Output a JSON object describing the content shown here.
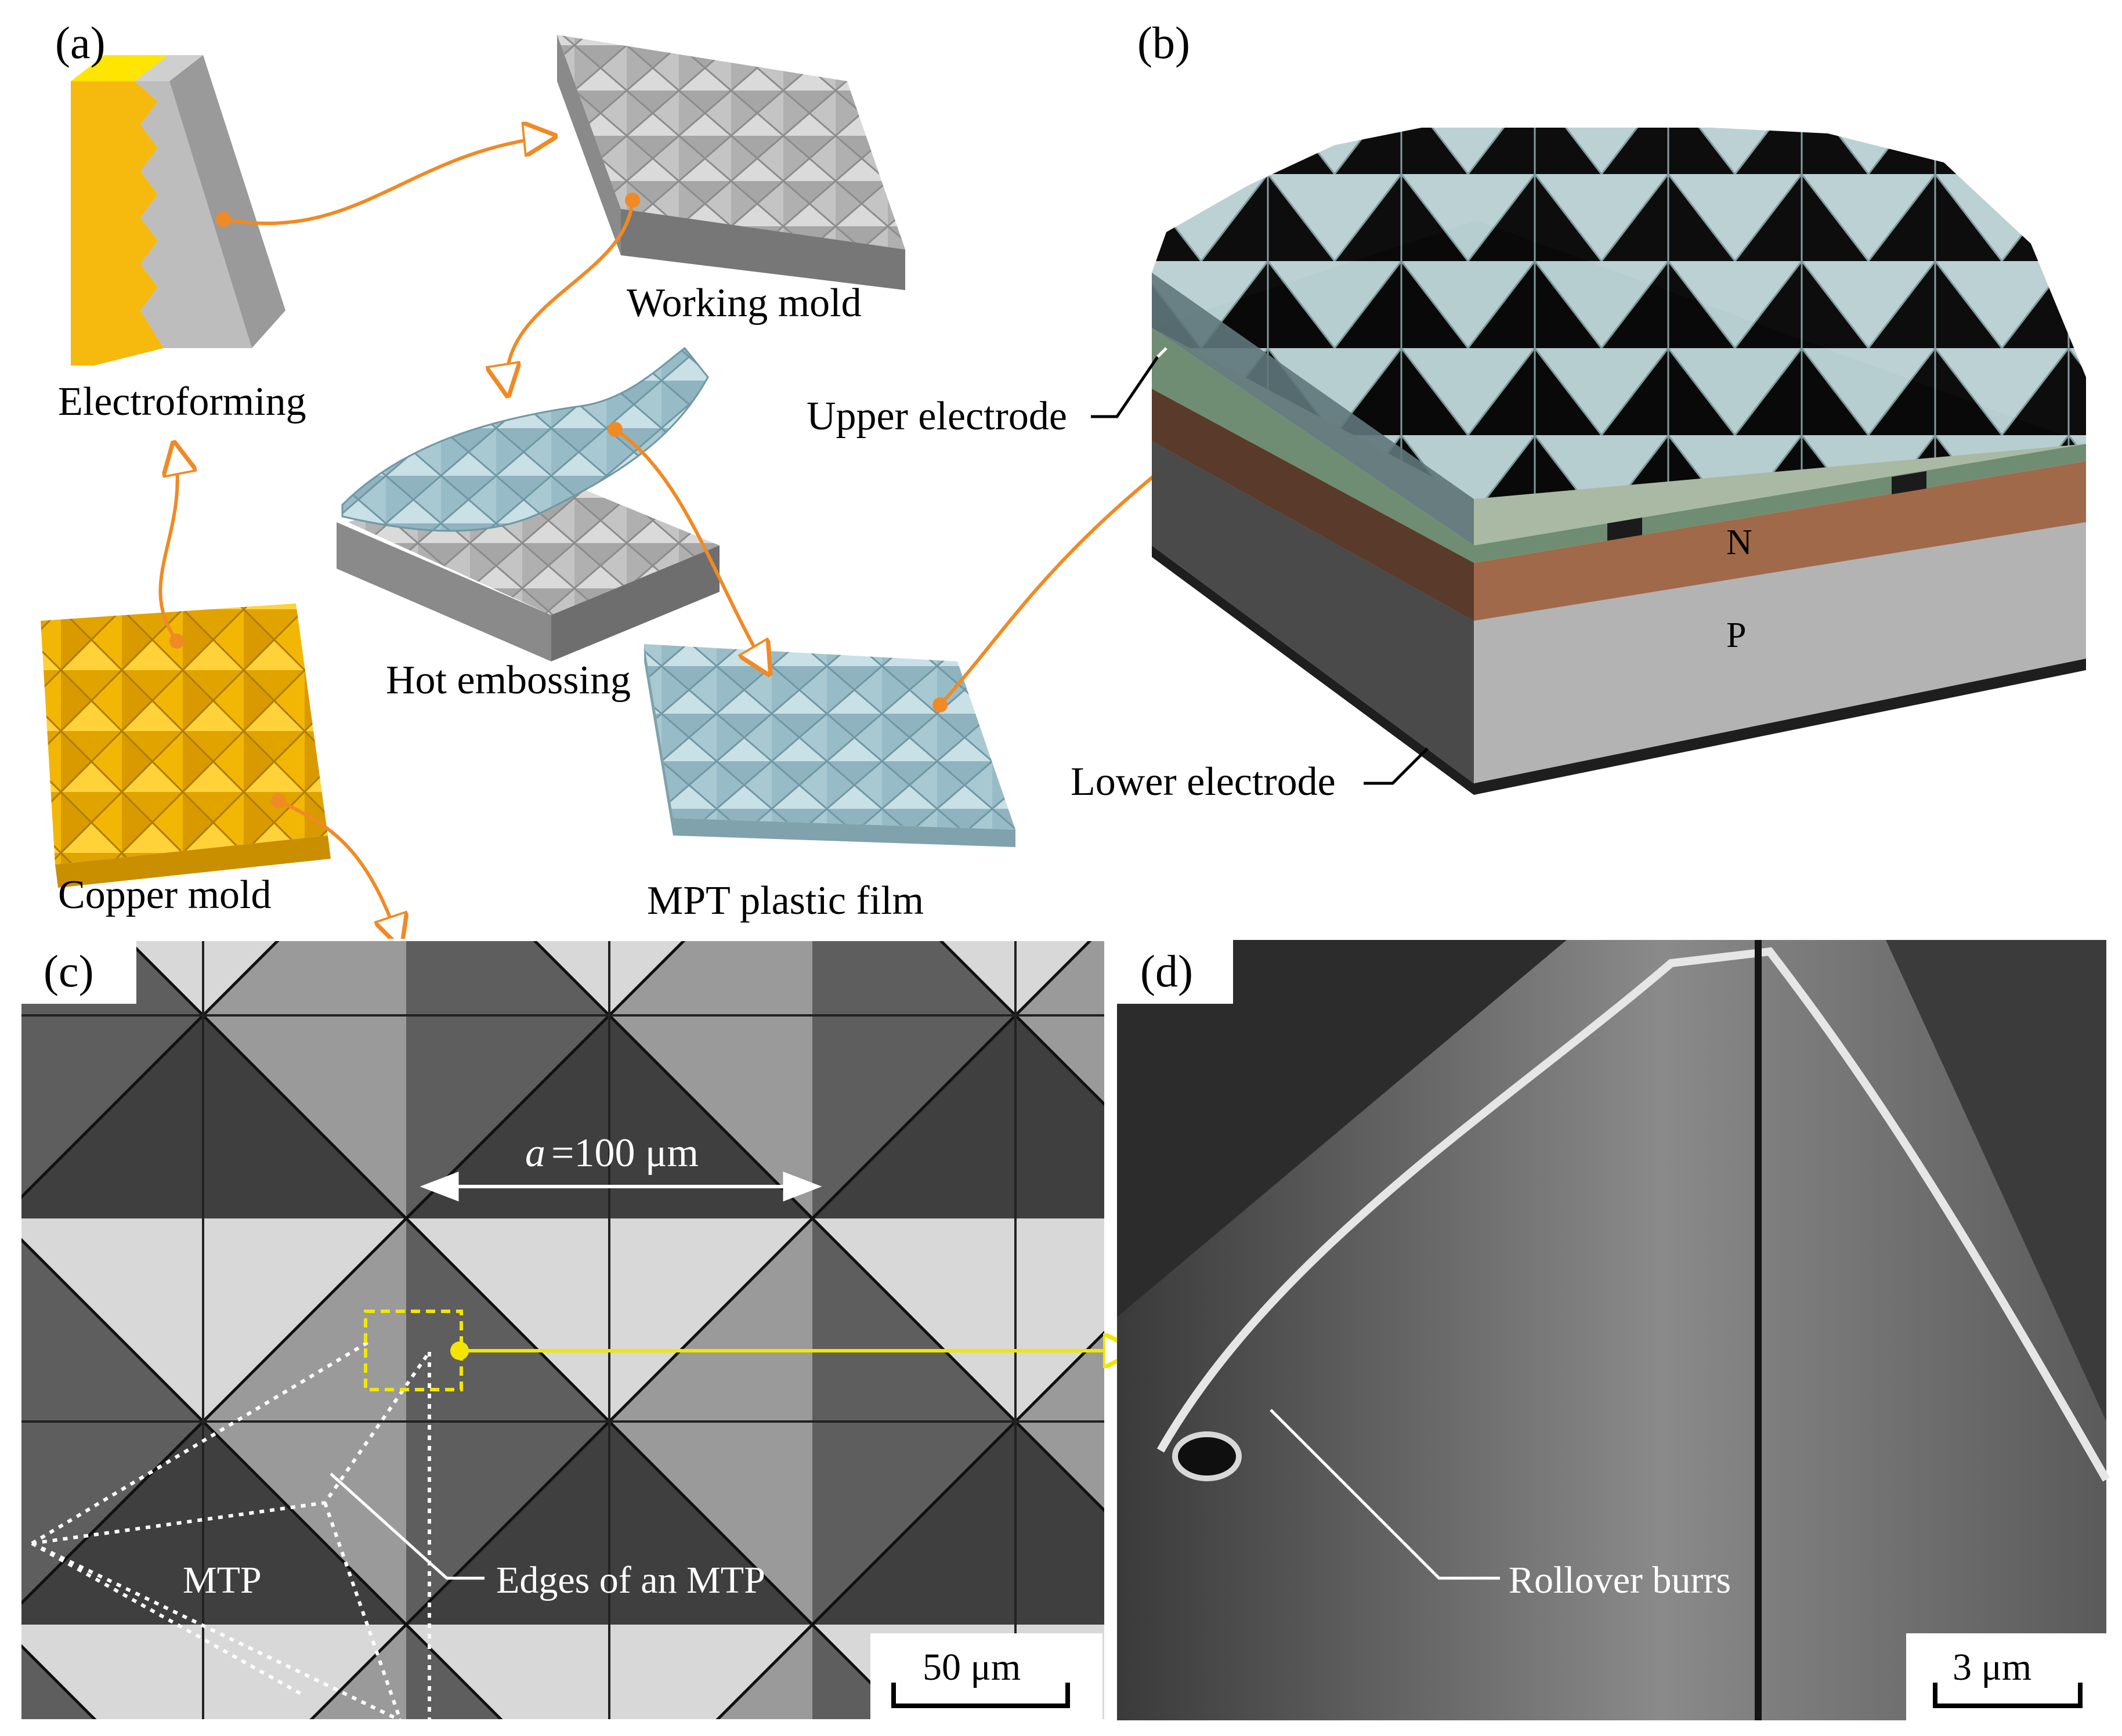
{
  "panels": {
    "a": "(a)",
    "b": "(b)",
    "c": "(c)",
    "d": "(d)"
  },
  "process": {
    "electroforming": "Electroforming",
    "working_mold": "Working mold",
    "hot_embossing": "Hot embossing",
    "copper_mold": "Copper mold",
    "mpt_film": "MPT plastic film"
  },
  "solar_cell": {
    "upper_electrode": "Upper electrode",
    "lower_electrode": "Lower electrode",
    "n_layer": "N",
    "p_layer": "P"
  },
  "sem_c": {
    "pitch_var": "a",
    "pitch_value": "=100 μm",
    "mtp_label": "MTP",
    "edges_label": "Edges of an MTP",
    "scale_bar": "50 μm"
  },
  "sem_d": {
    "burrs_label": "Rollover burrs",
    "scale_bar": "3 μm"
  },
  "colors": {
    "arrow_orange": "#f08a24",
    "highlight_yellow": "#f2e600",
    "copper_gold": "#f2b705",
    "mold_gray": "#b9b9b9",
    "film_blue": "#a9c9d2",
    "n_layer": "#a0694a",
    "p_layer": "#b3b3b3",
    "green_layer": "#6f8d72"
  }
}
